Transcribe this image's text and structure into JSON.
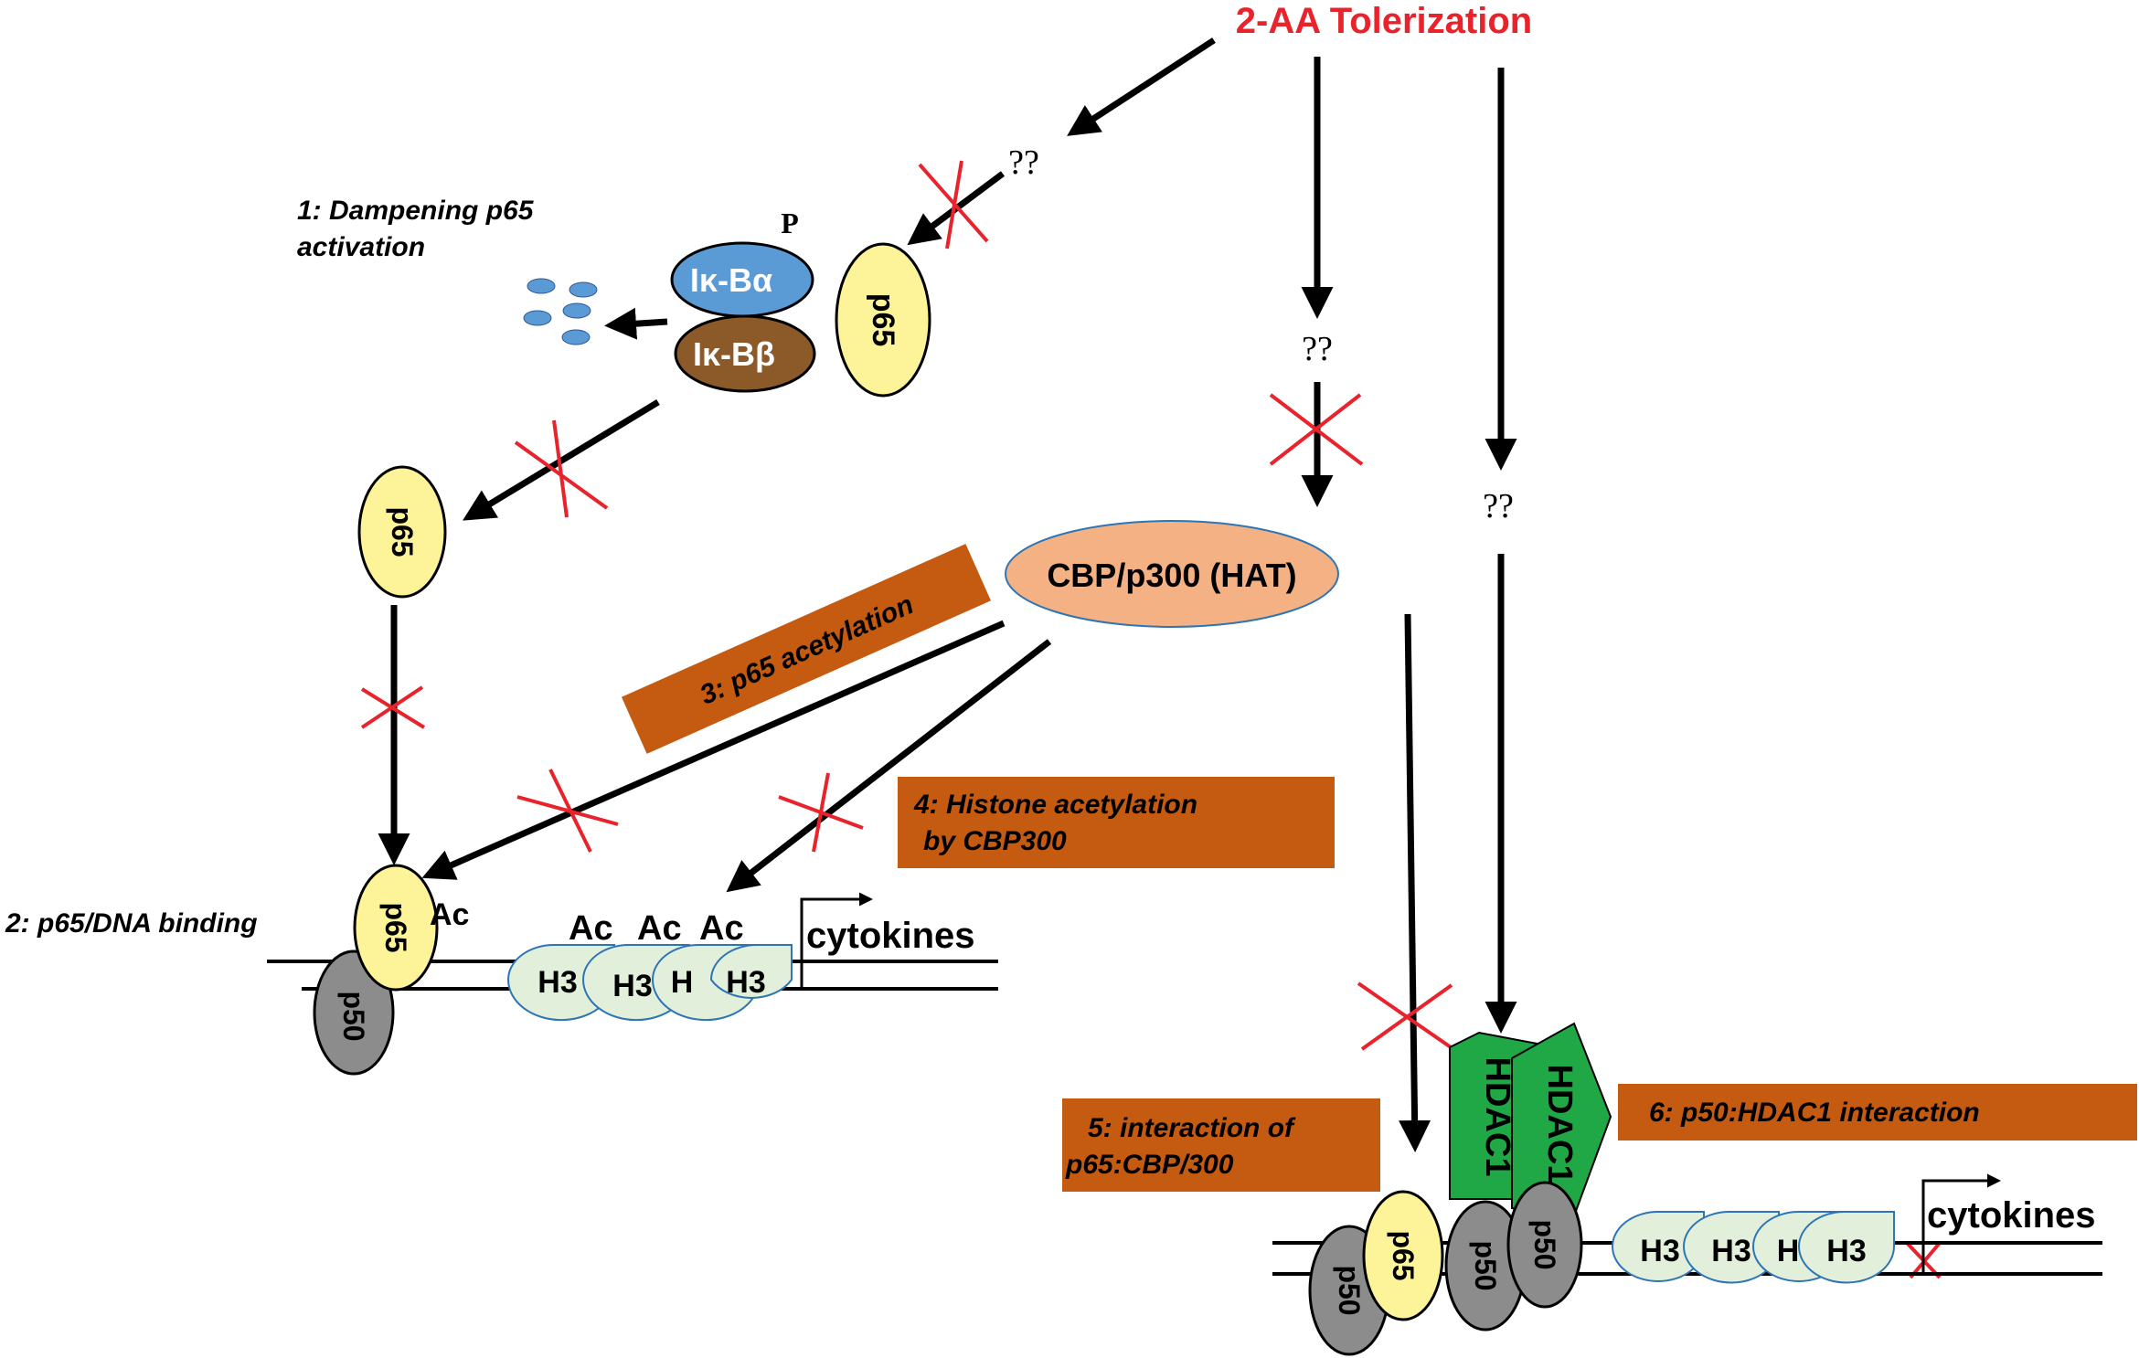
{
  "title": "2-AA Tolerization",
  "unknown_mark": "??",
  "phospho_mark": "P",
  "acetyl_mark": "Ac",
  "steps": {
    "s1_line1": "1: Dampening p65",
    "s1_line2": "activation",
    "s2": "2: p65/DNA binding",
    "s3": "3: p65 acetylation",
    "s4_line1": "4: Histone acetylation",
    "s4_line2": "by CBP300",
    "s5_line1": "5: interaction of",
    "s5_line2": "p65:CBP/300",
    "s6": "6: p50:HDAC1 interaction"
  },
  "molecules": {
    "ikba": "Iκ-Bα",
    "ikbb": "Iκ-Bβ",
    "p65": "p65",
    "p50": "p50",
    "hat": "CBP/p300 (HAT)",
    "hdac1": "HDAC1",
    "h3": "H3",
    "h3_partial": "H",
    "cytokines": "cytokines"
  },
  "colors": {
    "title_red": "#e8232b",
    "inhibit_red": "#e8232b",
    "ikba_blue": "#5b9bd5",
    "ikbb_brown": "#8c5a28",
    "p65_yellow": "#fdf49a",
    "p50_gray": "#8c8c8c",
    "hat_peach": "#f4b183",
    "label_orange": "#c55a11",
    "hdac_green": "#21a846",
    "histone_green": "#e2efda",
    "histone_border": "#2e75b6"
  }
}
